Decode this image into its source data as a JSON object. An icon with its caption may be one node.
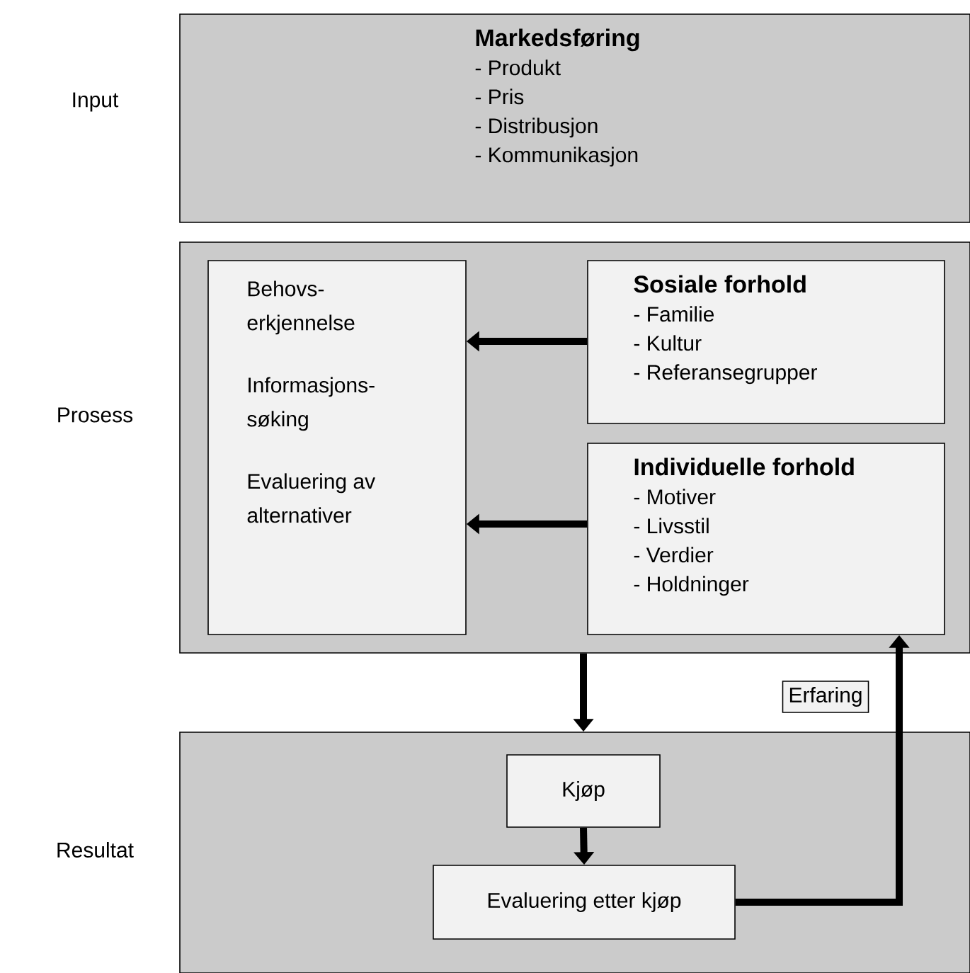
{
  "diagram": {
    "nodes": [
      {
        "text": [
          "Markedsføring",
          "- Produkt",
          "- Pris",
          "- Distribusjon",
          "- Kommunikasjon"
        ],
        "beside": [
          "Input"
        ]
      },
      {
        "text": [],
        "shape": "box",
        "beside": [
          "Prosess"
        ]
      },
      {
        "text": [
          "Behovs- erkjennelse",
          "Informasjons- søking",
          "Evaluering av alternativer"
        ],
        "in": 1
      },
      {
        "text": [
          "Sosiale forhold",
          "- Familie",
          "- Kultur",
          "- Referansegrupper"
        ],
        "in": 1
      },
      {
        "text": [
          "Individuelle forhold",
          "- Motiver",
          "- Livsstil",
          "- Verdier",
          "- Holdninger"
        ],
        "in": 1
      },
      {
        "text": [],
        "shape": "box",
        "beside": [
          "Resultat"
        ]
      },
      {
        "text": [
          "Kjøp"
        ],
        "in": 5
      },
      {
        "text": [
          "Evaluering etter kjøp"
        ],
        "in": 5
      }
    ],
    "edges": [
      {
        "from": 3,
        "to": 2,
        "arrow": "to"
      },
      {
        "from": 4,
        "to": 2,
        "arrow": "to"
      },
      {
        "from": 1,
        "to": 5,
        "arrow": "to"
      },
      {
        "from": 6,
        "to": 7,
        "arrow": "to"
      },
      {
        "from": 7,
        "to": 4,
        "arrow": "to",
        "label": "Erfaring"
      }
    ]
  }
}
